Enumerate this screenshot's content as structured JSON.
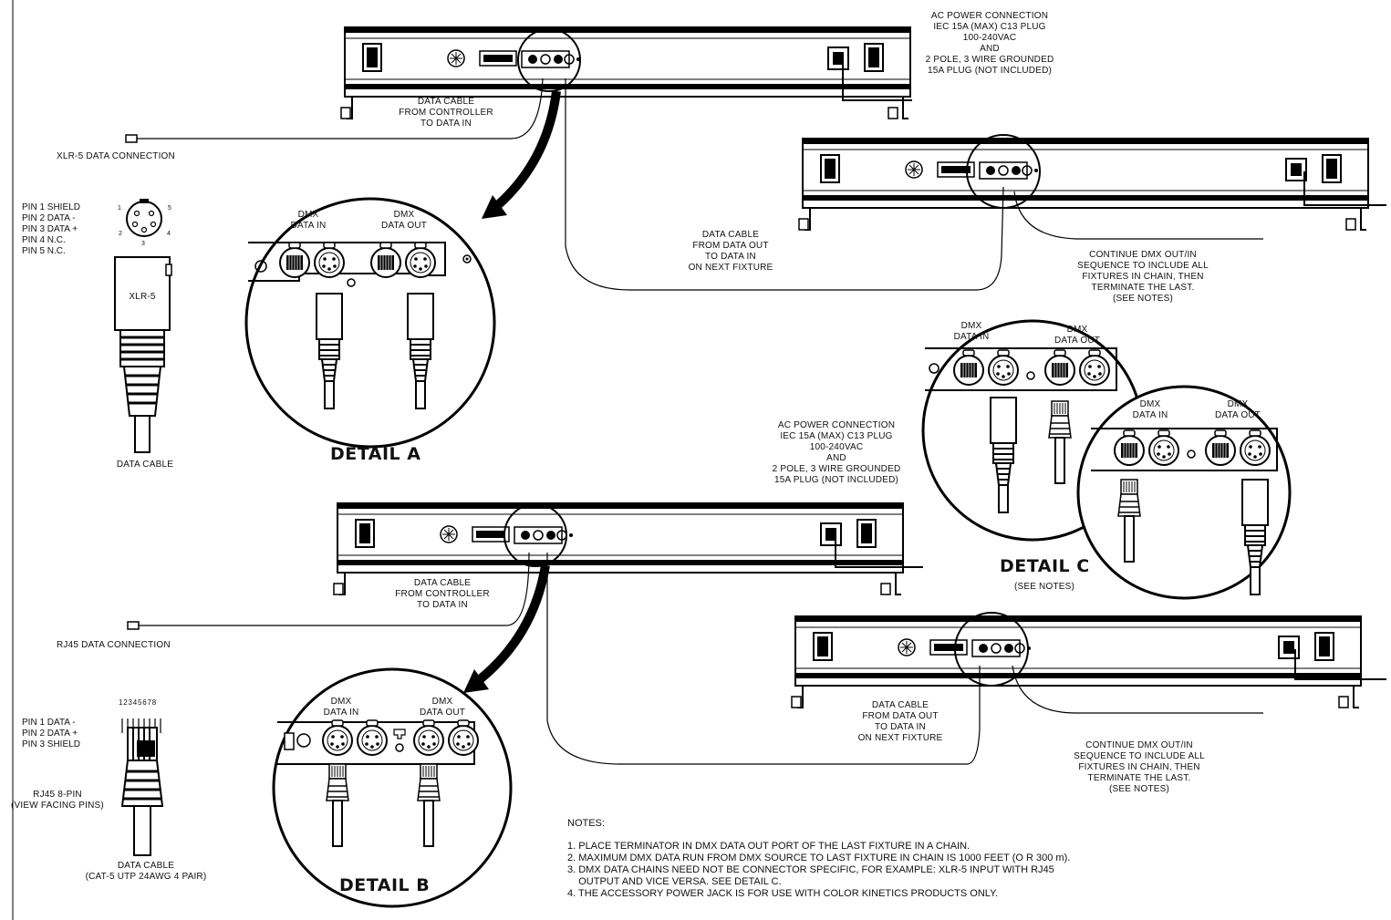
{
  "power_label_top": [
    "AC POWER CONNECTION",
    "IEC 15A (MAX) C13 PLUG",
    "100-240VAC",
    "AND",
    "2 POLE, 3 WIRE GROUNDED",
    "15A PLUG (NOT INCLUDED)"
  ],
  "power_label_mid": [
    "AC POWER CONNECTION",
    "IEC 15A (MAX) C13 PLUG",
    "100-240VAC",
    "AND",
    "2 POLE, 3 WIRE GROUNDED",
    "15A PLUG (NOT INCLUDED)"
  ],
  "data_cable_controller_a": [
    "DATA CABLE",
    "FROM CONTROLLER",
    "TO DATA IN"
  ],
  "data_cable_controller_b": [
    "DATA CABLE",
    "FROM CONTROLLER",
    "TO DATA IN"
  ],
  "data_cable_next_a": [
    "DATA CABLE",
    "FROM DATA OUT",
    "TO DATA IN",
    "ON NEXT FIXTURE"
  ],
  "data_cable_next_b": [
    "DATA CABLE",
    "FROM DATA OUT",
    "TO DATA IN",
    "ON NEXT FIXTURE"
  ],
  "continue_a": [
    "CONTINUE DMX OUT/IN",
    "SEQUENCE TO INCLUDE ALL",
    "FIXTURES IN CHAIN, THEN",
    "TERMINATE THE LAST.",
    "(SEE NOTES)"
  ],
  "continue_b": [
    "CONTINUE DMX OUT/IN",
    "SEQUENCE TO INCLUDE ALL",
    "FIXTURES IN CHAIN, THEN",
    "TERMINATE THE LAST.",
    "(SEE NOTES)"
  ],
  "xlr_connection": "XLR-5 DATA CONNECTION",
  "rj45_connection": "RJ45 DATA CONNECTION",
  "xlr_pins": [
    "PIN 1  SHIELD",
    "PIN 2  DATA -",
    "PIN 3  DATA +",
    "PIN 4  N.C.",
    "PIN 5  N.C."
  ],
  "xlr_plug_label": "XLR-5",
  "xlr_socket_numbers": [
    "1",
    "2",
    "3",
    "4",
    "5"
  ],
  "xlr_cable": "DATA CABLE",
  "rj45_pins": [
    "PIN 1  DATA -",
    "PIN 2  DATA +",
    "PIN 3  SHIELD"
  ],
  "rj45_pin_numbers": "12345678",
  "rj45_plug": [
    "RJ45 8-PIN",
    "(VIEW FACING PINS)"
  ],
  "rj45_cable": [
    "DATA CABLE",
    "(CAT-5 UTP 24AWG 4 PAIR)"
  ],
  "dmx_in": [
    "DMX",
    "DATA IN"
  ],
  "dmx_out": [
    "DMX",
    "DATA OUT"
  ],
  "detail_a": "DETAIL A",
  "detail_b": "DETAIL B",
  "detail_c": "DETAIL C",
  "detail_c_sub": "(SEE NOTES)",
  "notes_title": "NOTES:",
  "notes": [
    "1. PLACE TERMINATOR IN DMX DATA OUT PORT OF THE LAST FIXTURE IN A CHAIN.",
    "2. MAXIMUM DMX DATA RUN FROM DMX SOURCE TO LAST FIXTURE IN CHAIN IS 1000 FEET (O R 300 m).",
    "3. DMX DATA CHAINS NEED NOT BE CONNECTOR SPECIFIC, FOR EXAMPLE: XLR-5 INPUT WITH RJ45",
    "    OUTPUT AND VICE VERSA. SEE DETAIL C.",
    "4. THE ACCESSORY POWER JACK IS FOR USE WITH COLOR KINETICS PRODUCTS ONLY."
  ]
}
